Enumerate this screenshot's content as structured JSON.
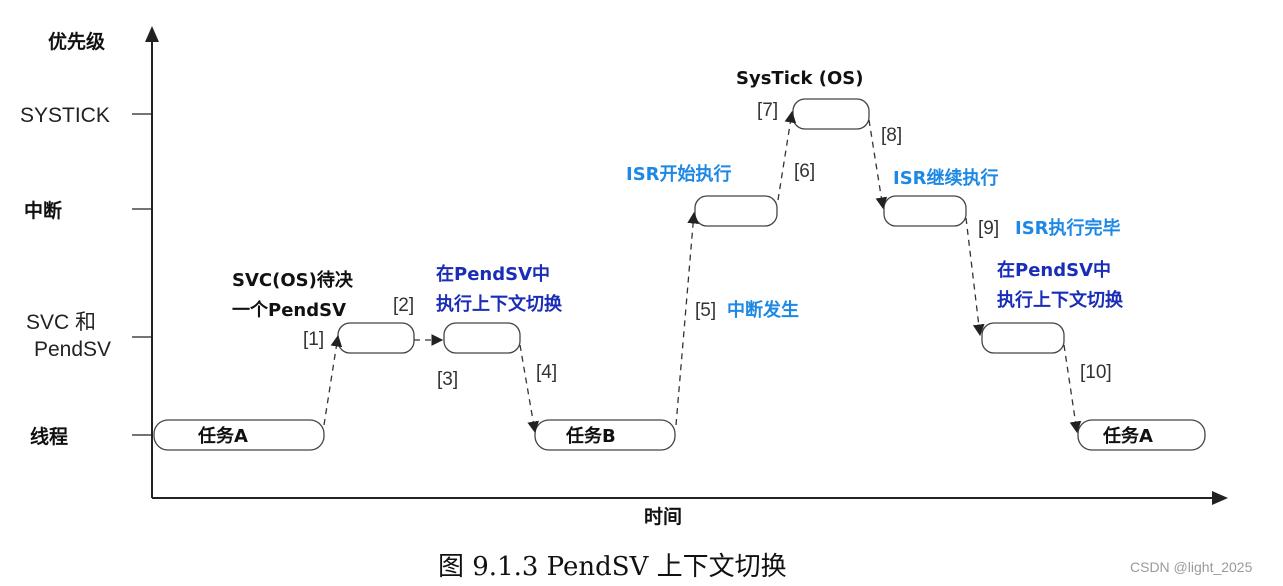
{
  "y_axis": {
    "title": "优先级"
  },
  "x_axis": {
    "title": "时间"
  },
  "levels": [
    {
      "name": "level-systick",
      "label": [
        "SYSTICK"
      ]
    },
    {
      "name": "level-interrupt",
      "label": [
        "中断"
      ]
    },
    {
      "name": "level-svc-pendsv",
      "label": [
        "SVC 和",
        "PendSV"
      ]
    },
    {
      "name": "level-thread",
      "label": [
        "线程"
      ]
    }
  ],
  "boxes": [
    {
      "name": "task-a-start",
      "text": "任务A"
    },
    {
      "name": "svc-box",
      "text": ""
    },
    {
      "name": "pendsv-box-1",
      "text": ""
    },
    {
      "name": "task-b",
      "text": "任务B"
    },
    {
      "name": "isr-box-1",
      "text": ""
    },
    {
      "name": "systick-box",
      "text": ""
    },
    {
      "name": "isr-box-2",
      "text": ""
    },
    {
      "name": "pendsv-box-2",
      "text": ""
    },
    {
      "name": "task-a-end",
      "text": "任务A"
    }
  ],
  "steps": [
    "[1]",
    "[2]",
    "[3]",
    "[4]",
    "[5]",
    "[6]",
    "[7]",
    "[8]",
    "[9]",
    "[10]"
  ],
  "notes": {
    "svc_pending": [
      "SVC(OS)待决",
      "一个PendSV"
    ],
    "pendsv_switch_1": [
      "在PendSV中",
      "执行上下文切换"
    ],
    "interrupt_occurs": "中断发生",
    "isr_start": "ISR开始执行",
    "systick_os": "SysTick (OS)",
    "isr_continue": "ISR继续执行",
    "isr_done": "ISR执行完毕",
    "pendsv_switch_2": [
      "在PendSV中",
      "执行上下文切换"
    ]
  },
  "caption": "图 9.1.3 PendSV 上下文切换",
  "watermark": "CSDN @light_2025",
  "colors": {
    "navy": "#1a2db8",
    "blue": "#1e88e5",
    "line": "#333333"
  }
}
